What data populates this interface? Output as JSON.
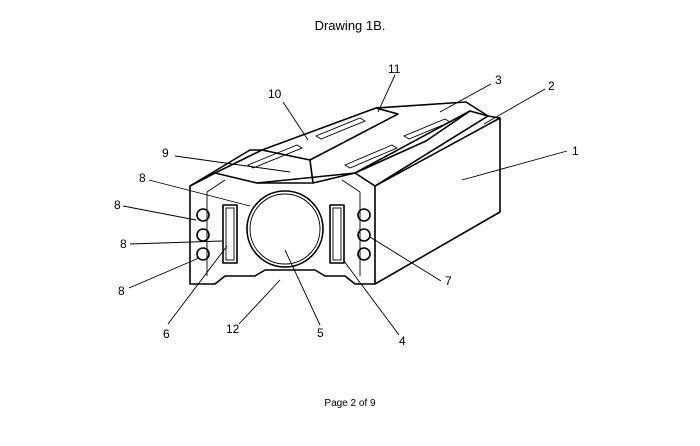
{
  "title": "Drawing 1B.",
  "footer": "Page 2 of 9",
  "labels": [
    "11",
    "3",
    "2",
    "10",
    "1",
    "9",
    "8",
    "8",
    "8",
    "8",
    "7",
    "6",
    "12",
    "5",
    "4"
  ]
}
